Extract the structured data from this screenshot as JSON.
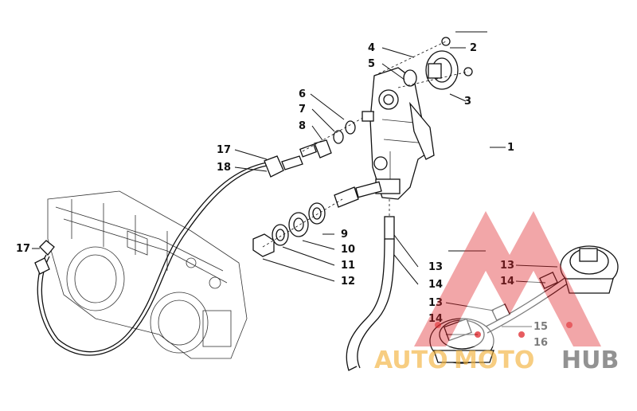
{
  "diagram": {
    "callouts": [
      "1",
      "2",
      "3",
      "4",
      "5",
      "6",
      "7",
      "8",
      "9",
      "10",
      "11",
      "12",
      "13",
      "14",
      "17",
      "18",
      "17",
      "13",
      "14",
      "13",
      "14",
      "15",
      "16"
    ]
  },
  "watermark": {
    "text_orange": "AUTO",
    "text_red": "MOTO",
    "text_grey": "HUB",
    "colors": {
      "red": "#e0262b",
      "orange": "#f3b23a",
      "grey": "#555555"
    }
  }
}
